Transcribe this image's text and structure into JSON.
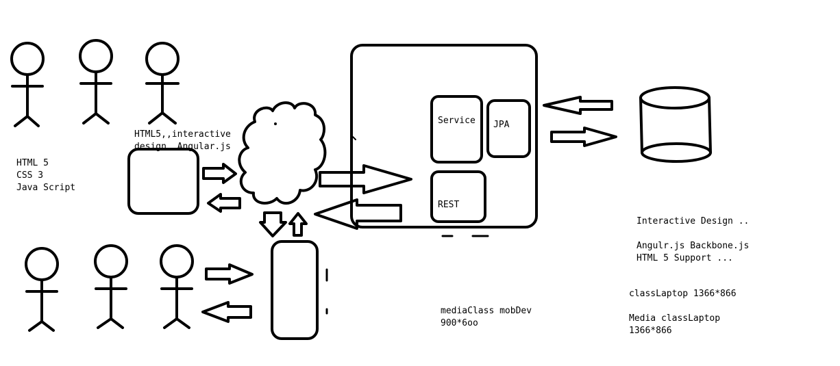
{
  "diagram": {
    "labels": {
      "frontend_title": "HTML5,,interactive\ndesign, Angular.js",
      "skills": [
        "HTML 5",
        "CSS 3",
        "Java Script"
      ],
      "service": "Service",
      "jpa": "JPA",
      "rest": "REST",
      "notes_title": "Interactive Design ..",
      "notes_lines": [
        "Angulr.js Backbone.js",
        "HTML 5 Support ..."
      ],
      "media_mobile_1": "mediaClass mobDev",
      "media_mobile_2": "900*6oo",
      "class_laptop": "classLaptop 1366*866",
      "media_laptop_1": "Media classLaptop",
      "media_laptop_2": "1366*866"
    }
  }
}
